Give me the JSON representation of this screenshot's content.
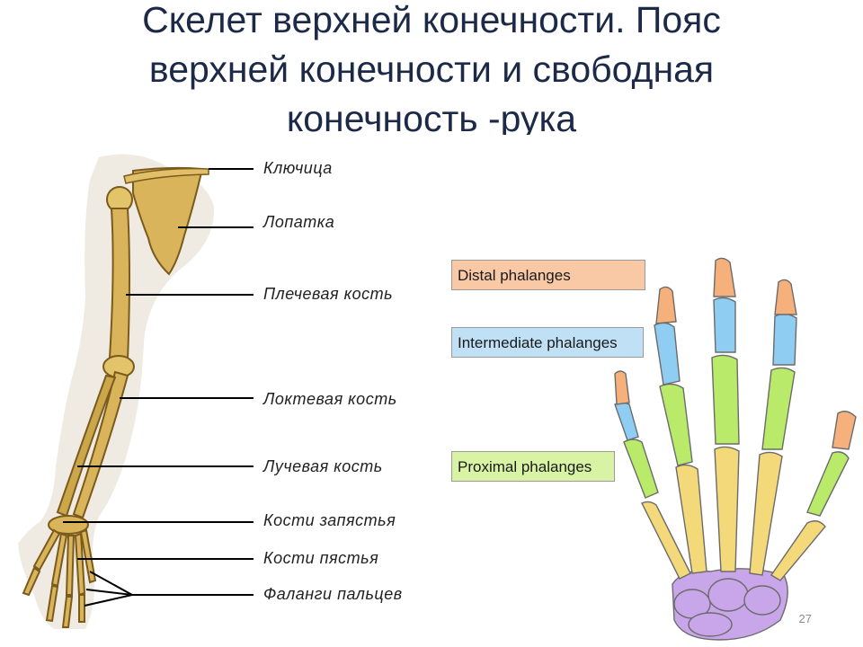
{
  "title": {
    "line1": "Скелет верхней конечности. Пояс",
    "line2": "верхней конечности и свободная",
    "line3": "конечность -рука"
  },
  "arm_labels": [
    "Ключица",
    "Лопатка",
    "Плечевая кость",
    "Локтевая кость",
    "Лучевая кость",
    "Кости запястья",
    "Кости пястья",
    "Фаланги пальцев"
  ],
  "hand_legend": [
    {
      "label": "Distal phalanges",
      "color": "#f9c9a6"
    },
    {
      "label": "Intermediate phalanges",
      "color": "#bfe0f5"
    },
    {
      "label": "Proximal phalanges",
      "color": "#d9f3a4"
    }
  ],
  "bone_colors": {
    "distal": "#f6b07c",
    "intermediate": "#8fcdf2",
    "proximal": "#b9ea6a",
    "metacarpal": "#f3d97a",
    "carpal": "#c9a6ea",
    "arm_bone": "#d8b85a"
  },
  "page_number": "27"
}
